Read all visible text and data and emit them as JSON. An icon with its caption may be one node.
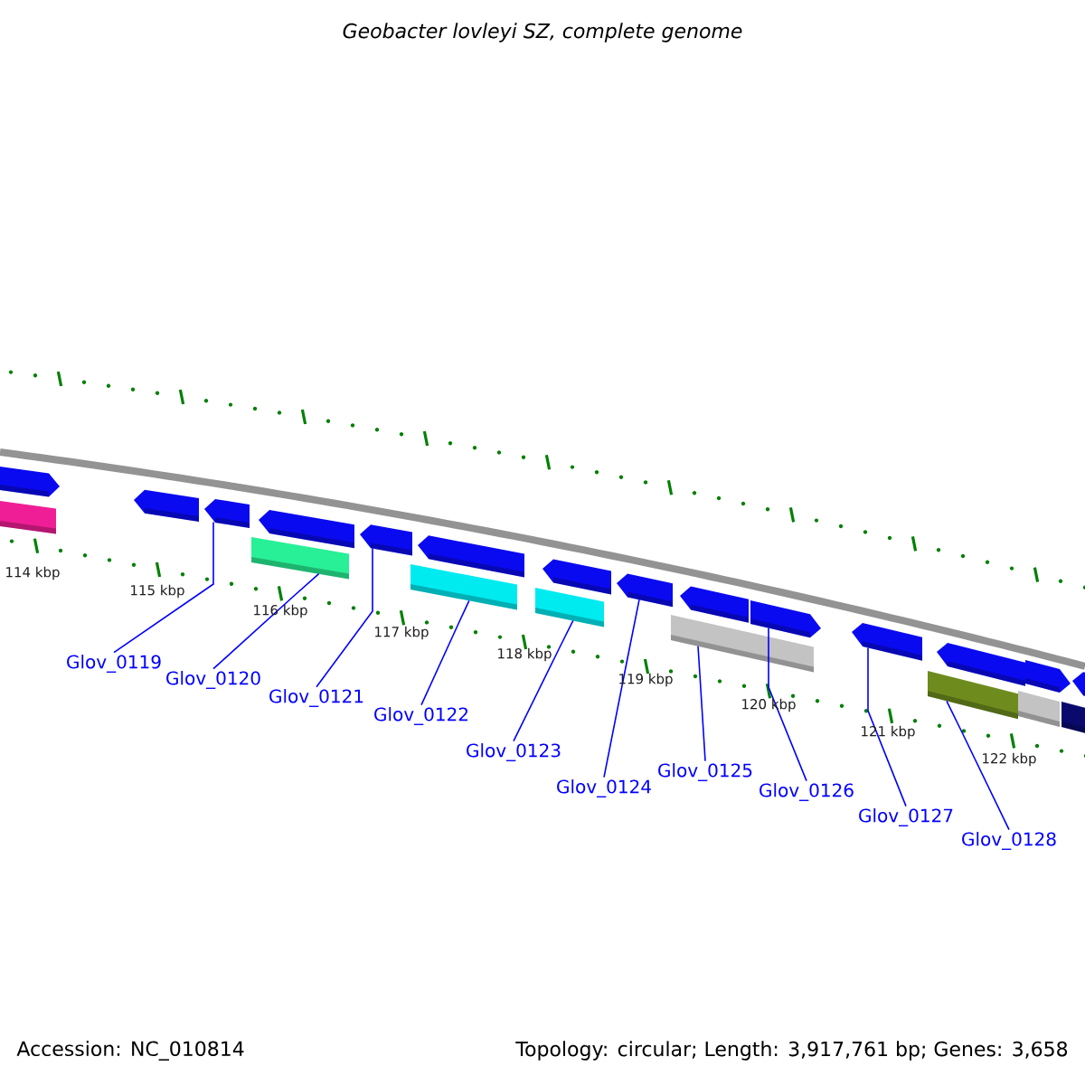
{
  "diagram": {
    "title": "Geobacter lovleyi SZ, complete genome",
    "nodes": [
      {
        "text": [
          "Glov_0119"
        ]
      },
      {
        "text": [
          "Glov_0120"
        ]
      },
      {
        "text": [
          "Glov_0121"
        ]
      },
      {
        "text": [
          "Glov_0122"
        ]
      },
      {
        "text": [
          "Glov_0123"
        ]
      },
      {
        "text": [
          "Glov_0124"
        ]
      },
      {
        "text": [
          "Glov_0125"
        ]
      },
      {
        "text": [
          "Glov_0126"
        ]
      },
      {
        "text": [
          "Glov_0127"
        ]
      },
      {
        "text": [
          "Glov_0128"
        ]
      },
      {
        "text": [],
        "shape": "box"
      },
      {
        "text": [],
        "shape": "bar"
      },
      {
        "text": [],
        "shape": "box"
      },
      {
        "text": [],
        "shape": "box"
      },
      {
        "text": [],
        "shape": "bar"
      },
      {
        "text": [],
        "shape": "box"
      },
      {
        "text": [],
        "shape": "box"
      },
      {
        "text": [],
        "shape": "bar"
      },
      {
        "text": [],
        "shape": "box"
      },
      {
        "text": [],
        "shape": "bar"
      },
      {
        "text": [],
        "shape": "box"
      },
      {
        "text": [],
        "shape": "box"
      },
      {
        "text": [],
        "shape": "bar"
      },
      {
        "text": [],
        "shape": "box"
      },
      {
        "text": [],
        "shape": "box"
      },
      {
        "text": [],
        "shape": "box"
      },
      {
        "text": [],
        "shape": "bar"
      },
      {
        "text": [],
        "shape": "box"
      },
      {
        "text": [],
        "shape": "bar"
      },
      {
        "text": [],
        "shape": "box"
      },
      {
        "text": [],
        "shape": "bar"
      },
      {
        "text": [],
        "shape": "box"
      }
    ],
    "edges": [
      {
        "from": 0,
        "to": 13,
        "arrow": "none"
      },
      {
        "from": 1,
        "to": 14,
        "arrow": "none"
      },
      {
        "from": 2,
        "to": 16,
        "arrow": "none"
      },
      {
        "from": 3,
        "to": 17,
        "arrow": "none"
      },
      {
        "from": 4,
        "to": 19,
        "arrow": "none"
      },
      {
        "from": 5,
        "to": 21,
        "arrow": "none"
      },
      {
        "from": 6,
        "to": 22,
        "arrow": "none"
      },
      {
        "from": 7,
        "to": 24,
        "arrow": "none"
      },
      {
        "from": 8,
        "to": 25,
        "arrow": "none"
      },
      {
        "from": 9,
        "to": 26,
        "arrow": "none"
      }
    ],
    "labels": [
      "114 kbp",
      "115 kbp",
      "116 kbp",
      "117 kbp",
      "118 kbp",
      "119 kbp",
      "120 kbp",
      "121 kbp",
      "122 kbp",
      "Accession: NC_010814",
      "Topology: circular; Length: 3,917,761 bp; Genes: 3,658"
    ]
  }
}
